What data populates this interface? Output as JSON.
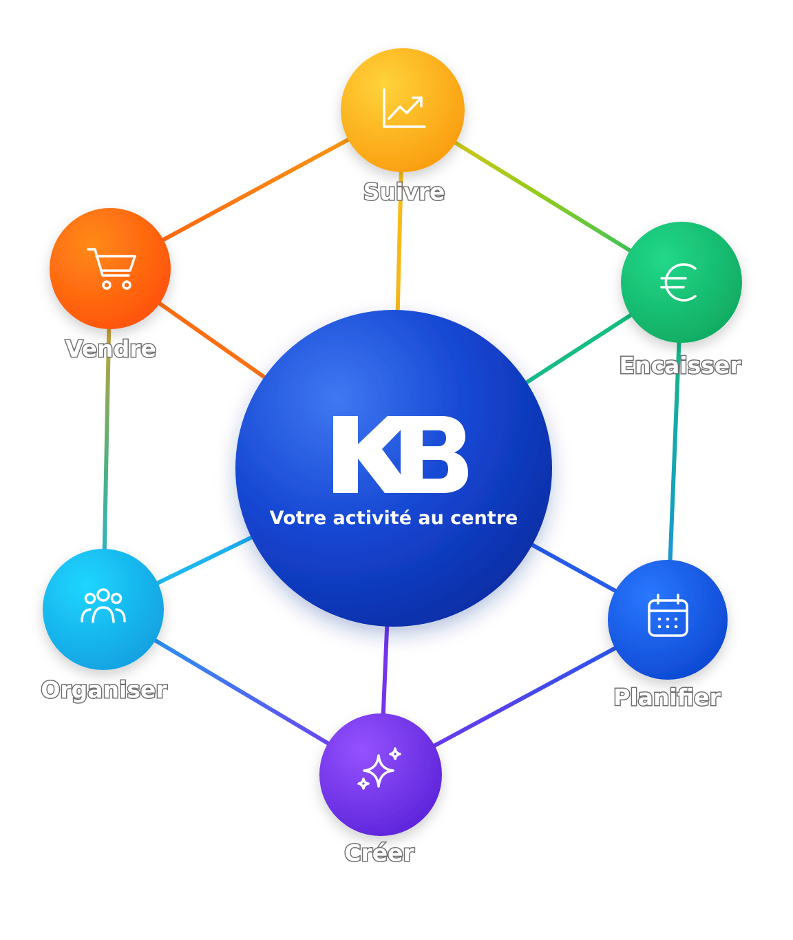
{
  "hub": {
    "logo": "KB",
    "tagline": "Votre activité au centre",
    "color": "#1546d2"
  },
  "nodes": [
    {
      "id": "suivre",
      "label": "Suivre",
      "icon": "chart-trend-icon",
      "color": "#fbb21a"
    },
    {
      "id": "encaisser",
      "label": "Encaisser",
      "icon": "euro-icon",
      "color": "#18c77a"
    },
    {
      "id": "planifier",
      "label": "Planifier",
      "icon": "calendar-icon",
      "color": "#1560e8"
    },
    {
      "id": "creer",
      "label": "Créer",
      "icon": "sparkles-icon",
      "color": "#7a3ff0"
    },
    {
      "id": "organiser",
      "label": "Organiser",
      "icon": "team-icon",
      "color": "#1ec2f2"
    },
    {
      "id": "vendre",
      "label": "Vendre",
      "icon": "cart-icon",
      "color": "#ff6a10"
    }
  ]
}
